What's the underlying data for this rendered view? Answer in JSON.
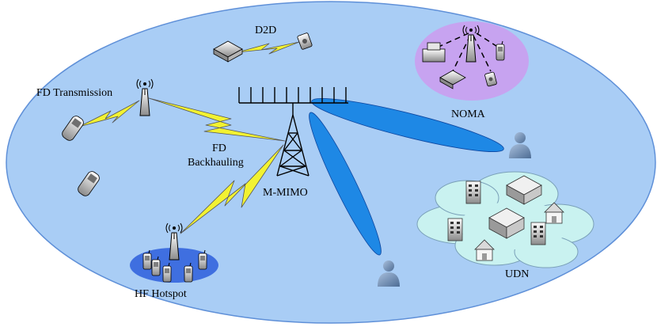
{
  "labels": {
    "d2d": "D2D",
    "noma": "NOMA",
    "fd_transmission": "FD Transmission",
    "fd_backhauling_line1": "FD",
    "fd_backhauling_line2": "Backhauling",
    "m_mimo": "M-MIMO",
    "hf_hotspot": "HF Hotspot",
    "udn": "UDN"
  },
  "colors": {
    "background_ellipse": "#a9cdf5",
    "noma_zone": "#c7a3f0",
    "udn_cloud": "#c9f2f0",
    "hf_hotspot_zone": "#3f6fe0",
    "beam": "#1e88e5",
    "link_bolt": "#f2f232",
    "user_icon": "#6f8fb8"
  }
}
